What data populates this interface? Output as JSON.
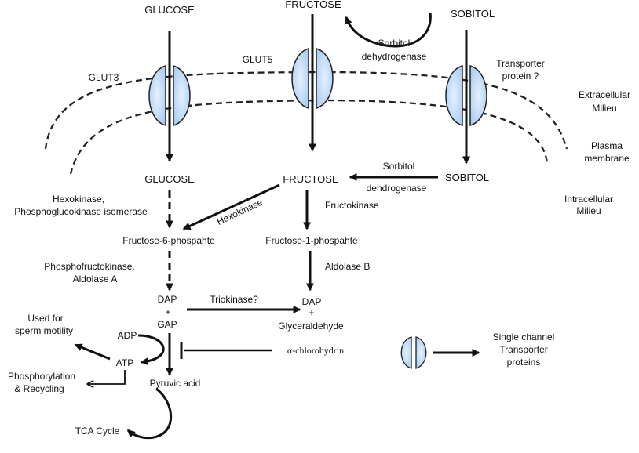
{
  "labels": {
    "glucose_top": "GLUCOSE",
    "fructose_top": "FRUCTOSE",
    "sorbitol_top": "SOBITOL",
    "sorbitol_dh_top_1": "Sorbitol",
    "sorbitol_dh_top_2": "dehydrogenase",
    "glut5": "GLUT5",
    "glut3": "GLUT3",
    "transporter_q_1": "Transporter",
    "transporter_q_2": "protein ?",
    "extracellular_1": "Extracellular",
    "extracellular_2": "Milieu",
    "plasma_1": "Plasma",
    "plasma_2": "membrane",
    "intracellular_1": "Intracellular",
    "intracellular_2": "Milieu",
    "glucose_in": "GLUCOSE",
    "fructose_in": "FRUCTOSE",
    "sorbitol_in": "SOBITOL",
    "sorbitol_dh_in_1": "Sorbitol",
    "sorbitol_dh_in_2": "dehdrogenase",
    "hexokinase_left_1": "Hexokinase,",
    "hexokinase_left_2": "Phosphoglucokinase isomerase",
    "hexokinase_diag": "Hexokinase",
    "fructokinase": "Fructokinase",
    "f6p": "Fructose-6-phospahte",
    "f1p": "Fructose-1-phospahte",
    "pfk_1": "Phosphofructokinase,",
    "pfk_2": "Aldolase A",
    "aldolase_b": "Aldolase B",
    "dap_left": "DAP",
    "plus_left": "+",
    "gap_left": "GAP",
    "triokinase": "Triokinase?",
    "dap_right": "DAP",
    "plus_right": "+",
    "glyceraldehyde": "Glyceraldehyde",
    "adp": "ADP",
    "atp": "ATP",
    "chlorohydrin": "α-chlorohydrin",
    "used_for_1": "Used for",
    "used_for_2": "sperm motility",
    "phosphorylation_1": "Phosphorylation",
    "phosphorylation_2": "& Recycling",
    "pyruvic": "Pyruvic acid",
    "tca": "TCA Cycle",
    "single_1": "Single channel",
    "single_2": "Transporter",
    "single_3": "proteins"
  },
  "colors": {
    "ink": "#111111",
    "transporter_fill": "#aacdf4",
    "transporter_highlight": "#e6f1fd"
  },
  "icons": {
    "transporter": "transporter-protein-icon"
  }
}
